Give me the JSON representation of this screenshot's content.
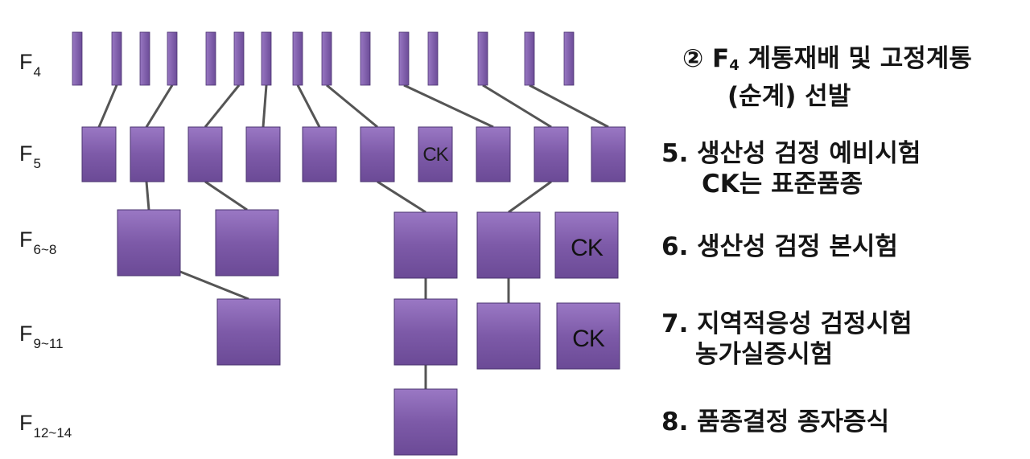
{
  "generations": [
    {
      "prefix": "F",
      "sub": "4"
    },
    {
      "prefix": "F",
      "sub": "5"
    },
    {
      "prefix": "F",
      "sub": "6~8"
    },
    {
      "prefix": "F",
      "sub": "9~11"
    },
    {
      "prefix": "F",
      "sub": "12~14"
    }
  ],
  "check_label": "CK",
  "steps": [
    {
      "prefix": "② F",
      "sub": "4",
      "line1": " 계통재배 및 고정계통",
      "line2": "(순계) 선발"
    },
    {
      "prefix": "",
      "sub": "",
      "line1": "5. 생산성 검정 예비시험",
      "line2": "CK는 표준품종"
    },
    {
      "prefix": "",
      "sub": "",
      "line1": "6. 생산성 검정 본시험",
      "line2": ""
    },
    {
      "prefix": "",
      "sub": "",
      "line1": "7. 지역적응성 검정시험",
      "line2": "농가실증시험"
    },
    {
      "prefix": "",
      "sub": "",
      "line1": "8. 품종결정 종자증식",
      "line2": ""
    }
  ],
  "colors": {
    "box_fill": "#7d5aa8",
    "box_top": "#9a78c4",
    "box_stroke": "#4b3470",
    "connector": "#555555"
  }
}
